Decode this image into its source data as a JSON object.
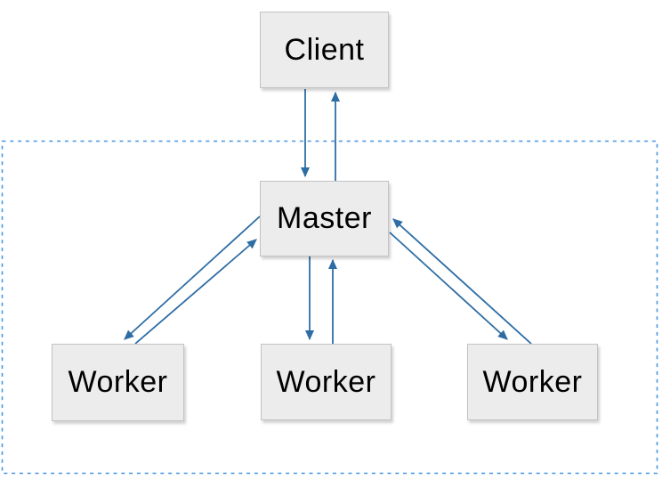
{
  "diagram": {
    "nodes": [
      {
        "id": "client",
        "label": "Client"
      },
      {
        "id": "master",
        "label": "Master"
      },
      {
        "id": "worker-left",
        "label": "Worker"
      },
      {
        "id": "worker-middle",
        "label": "Worker"
      },
      {
        "id": "worker-right",
        "label": "Worker"
      }
    ],
    "edges": [
      {
        "from": "client",
        "to": "master"
      },
      {
        "from": "master",
        "to": "client"
      },
      {
        "from": "master",
        "to": "worker-middle"
      },
      {
        "from": "worker-middle",
        "to": "master"
      },
      {
        "from": "master",
        "to": "worker-left"
      },
      {
        "from": "worker-left",
        "to": "master"
      },
      {
        "from": "master",
        "to": "worker-right"
      },
      {
        "from": "worker-right",
        "to": "master"
      }
    ],
    "cluster": {
      "contains": [
        "master",
        "worker-left",
        "worker-middle",
        "worker-right"
      ]
    },
    "colors": {
      "arrow": "#2e6da4",
      "cluster_border": "#4696e0",
      "node_fill": "#ececec",
      "node_border": "#c3c3c3",
      "node_text": "#000000"
    }
  }
}
